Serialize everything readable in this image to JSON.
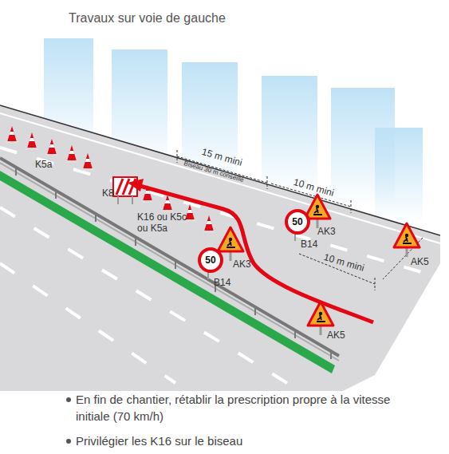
{
  "diagram": {
    "title": "Travaux sur voie de gauche",
    "nodes": [
      {
        "text": [
          "50",
          "B14"
        ]
      },
      {
        "text": [
          "50",
          "B14"
        ]
      }
    ],
    "labels": [
      "K5a",
      "K8",
      "K16 ou K5c ou K5a",
      "15 m mini",
      "Biseau 30 m conseillé",
      "10 m mini",
      "10 m mini",
      "AK3",
      "AK3",
      "AK5",
      "AK5",
      "En fin de chantier, rétablir la prescription propre à la vitesse initiale (70 km/h)",
      "Privilégier les K16 sur le biseau"
    ]
  }
}
